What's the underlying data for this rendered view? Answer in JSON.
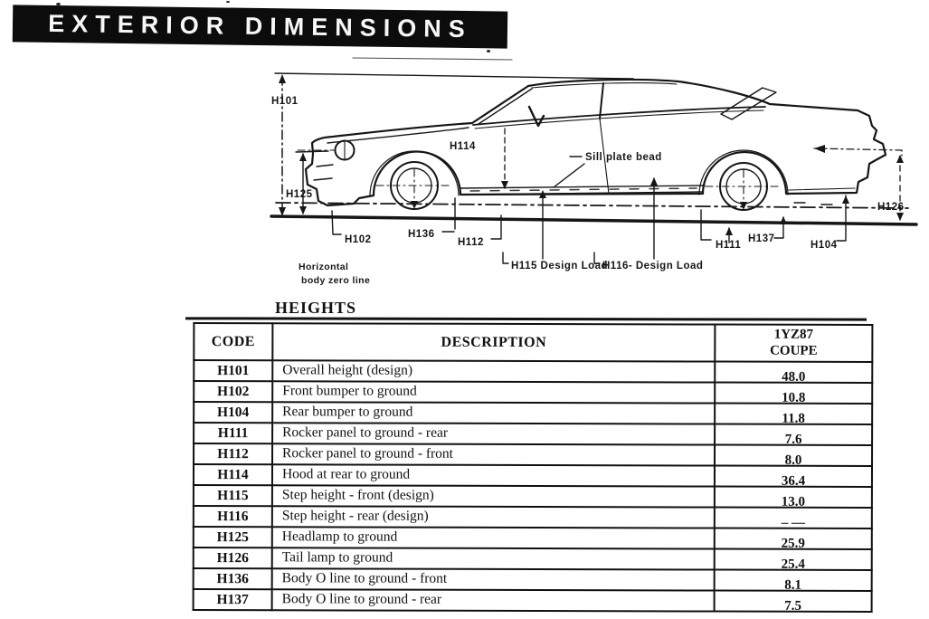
{
  "banner": {
    "title": "EXTERIOR DIMENSIONS"
  },
  "diagram": {
    "labels": {
      "h101": "H101",
      "h114": "H114",
      "h125": "H125",
      "h102": "H102",
      "h136": "H136",
      "h112": "H112",
      "sill_plate_bead": "Sill plate bead",
      "h115_design_load": "H115 Design Load",
      "h116_design_load": "H116- Design Load",
      "h111": "H111",
      "h137": "H137",
      "h104": "H104",
      "h126": "H126",
      "zero_line_word1": "Horizontal",
      "zero_line_word2": "body zero line"
    }
  },
  "table": {
    "section_title": "HEIGHTS",
    "col_code": "CODE",
    "col_description": "DESCRIPTION",
    "col_value_line1": "1YZ87",
    "col_value_line2": "COUPE",
    "rows": [
      {
        "code": "H101",
        "description": "Overall height (design)",
        "value": "48.0"
      },
      {
        "code": "H102",
        "description": "Front bumper to ground",
        "value": "10.8"
      },
      {
        "code": "H104",
        "description": "Rear bumper to ground",
        "value": "11.8"
      },
      {
        "code": "H111",
        "description": "Rocker panel to ground - rear",
        "value": "7.6"
      },
      {
        "code": "H112",
        "description": "Rocker panel to ground - front",
        "value": "8.0"
      },
      {
        "code": "H114",
        "description": "Hood at rear to ground",
        "value": "36.4"
      },
      {
        "code": "H115",
        "description": "Step height - front (design)",
        "value": "13.0"
      },
      {
        "code": "H116",
        "description": "Step height - rear (design)",
        "value": "– —"
      },
      {
        "code": "H125",
        "description": "Headlamp to ground",
        "value": "25.9"
      },
      {
        "code": "H126",
        "description": "Tail lamp to ground",
        "value": "25.4"
      },
      {
        "code": "H136",
        "description": "Body O line to ground - front",
        "value": "8.1"
      },
      {
        "code": "H137",
        "description": "Body O line to ground - rear",
        "value": "7.5"
      }
    ]
  },
  "colors": {
    "ink": "#111111",
    "banner_bg": "#0c0c0c",
    "banner_text": "#f7f7f7",
    "paper": "#ffffff"
  }
}
